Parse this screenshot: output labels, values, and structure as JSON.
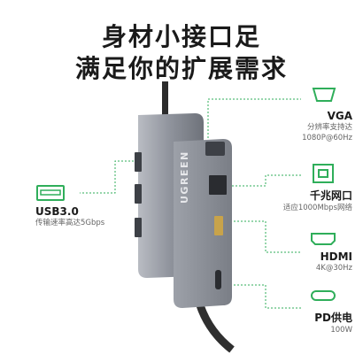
{
  "headline": {
    "line1": "身材小接口足",
    "line2": "满足你的扩展需求"
  },
  "ports": {
    "vga": {
      "title": "VGA",
      "line1": "分辨率支持达",
      "line2": "1080P@60Hz"
    },
    "ethernet": {
      "title": "千兆网口",
      "line1": "适应1000Mbps网络"
    },
    "hdmi": {
      "title": "HDMI",
      "line1": "4K@30Hz"
    },
    "pd": {
      "title": "PD供电",
      "line1": "100W"
    },
    "usb": {
      "title": "USB3.0",
      "line1": "传输速率高达5Gbps"
    }
  },
  "device": {
    "brand": "UGREEN"
  },
  "colors": {
    "accent_green": "#2fae5a",
    "body_gray": "#8e929b"
  }
}
